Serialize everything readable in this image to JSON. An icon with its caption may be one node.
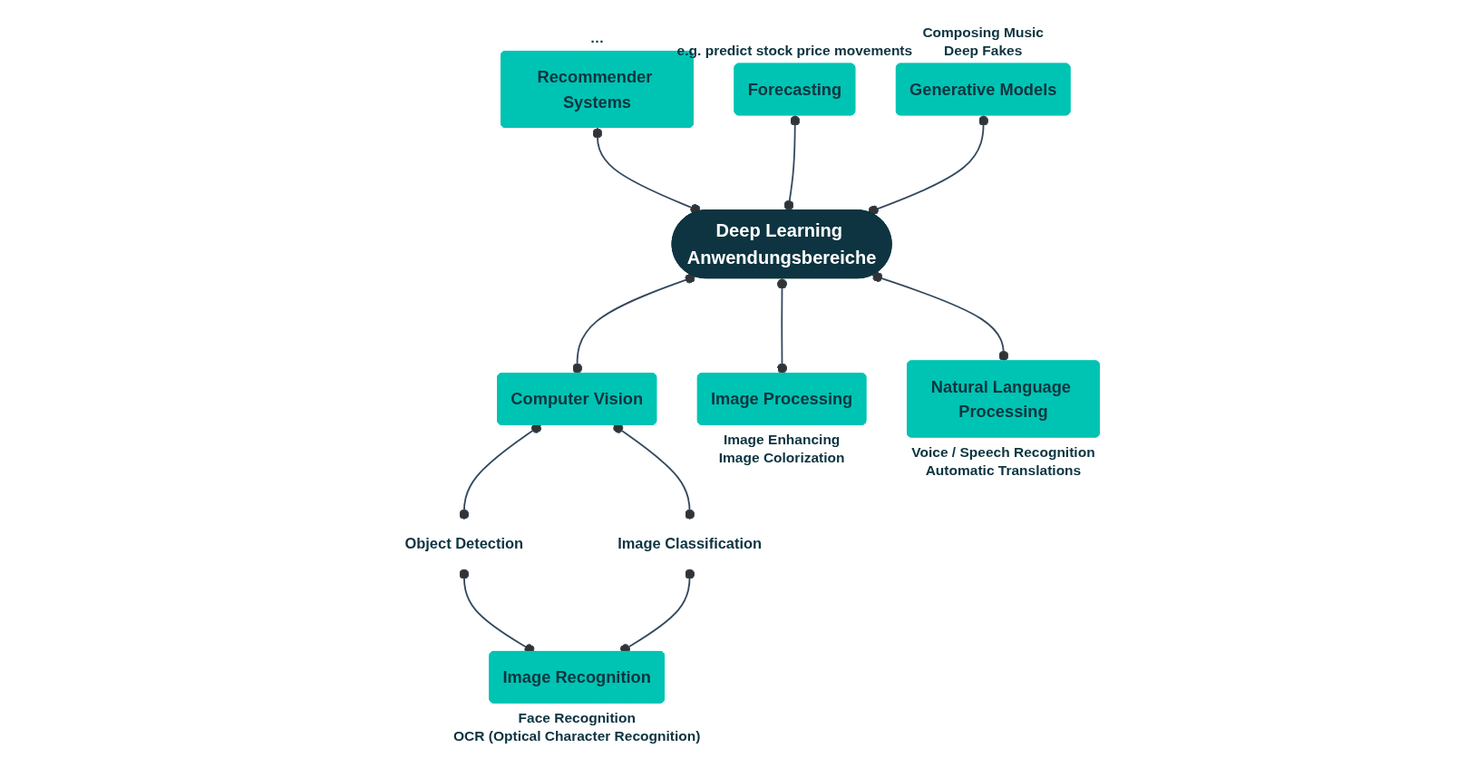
{
  "diagram": {
    "nodes": [
      {
        "text": [
          "Recommender Systems"
        ],
        "beside": [
          "…"
        ]
      },
      {
        "text": [
          "Forecasting"
        ],
        "beside": [
          "e.g. predict stock price movements"
        ]
      },
      {
        "text": [
          "Generative Models"
        ],
        "beside": [
          "Composing Music",
          "Deep Fakes"
        ]
      },
      {
        "text": [
          "Deep Learning Anwendungsbereiche"
        ]
      },
      {
        "text": [
          "Computer Vision"
        ]
      },
      {
        "text": [
          "Image Processing"
        ],
        "beside": [
          "Image Enhancing",
          "Image Colorization"
        ]
      },
      {
        "text": [
          "Natural Language Processing"
        ],
        "beside": [
          "Voice / Speech Recognition",
          "Automatic Translations"
        ]
      },
      {
        "text": [
          "Object Detection"
        ]
      },
      {
        "text": [
          "Image Classification"
        ]
      },
      {
        "text": [
          "Image Recognition"
        ],
        "beside": [
          "Face Recognition",
          "OCR (Optical Character Recognition)"
        ]
      }
    ],
    "edges": [
      {
        "from": 0,
        "to": 3,
        "arrow": "other"
      },
      {
        "from": 1,
        "to": 3,
        "arrow": "other"
      },
      {
        "from": 2,
        "to": 3,
        "arrow": "other"
      },
      {
        "from": 3,
        "to": 4,
        "arrow": "other"
      },
      {
        "from": 3,
        "to": 5,
        "arrow": "other"
      },
      {
        "from": 3,
        "to": 6,
        "arrow": "other"
      },
      {
        "from": 4,
        "to": 7,
        "arrow": "other"
      },
      {
        "from": 4,
        "to": 8,
        "arrow": "other"
      },
      {
        "from": 7,
        "to": 9,
        "arrow": "other"
      },
      {
        "from": 8,
        "to": 9,
        "arrow": "other"
      }
    ]
  }
}
